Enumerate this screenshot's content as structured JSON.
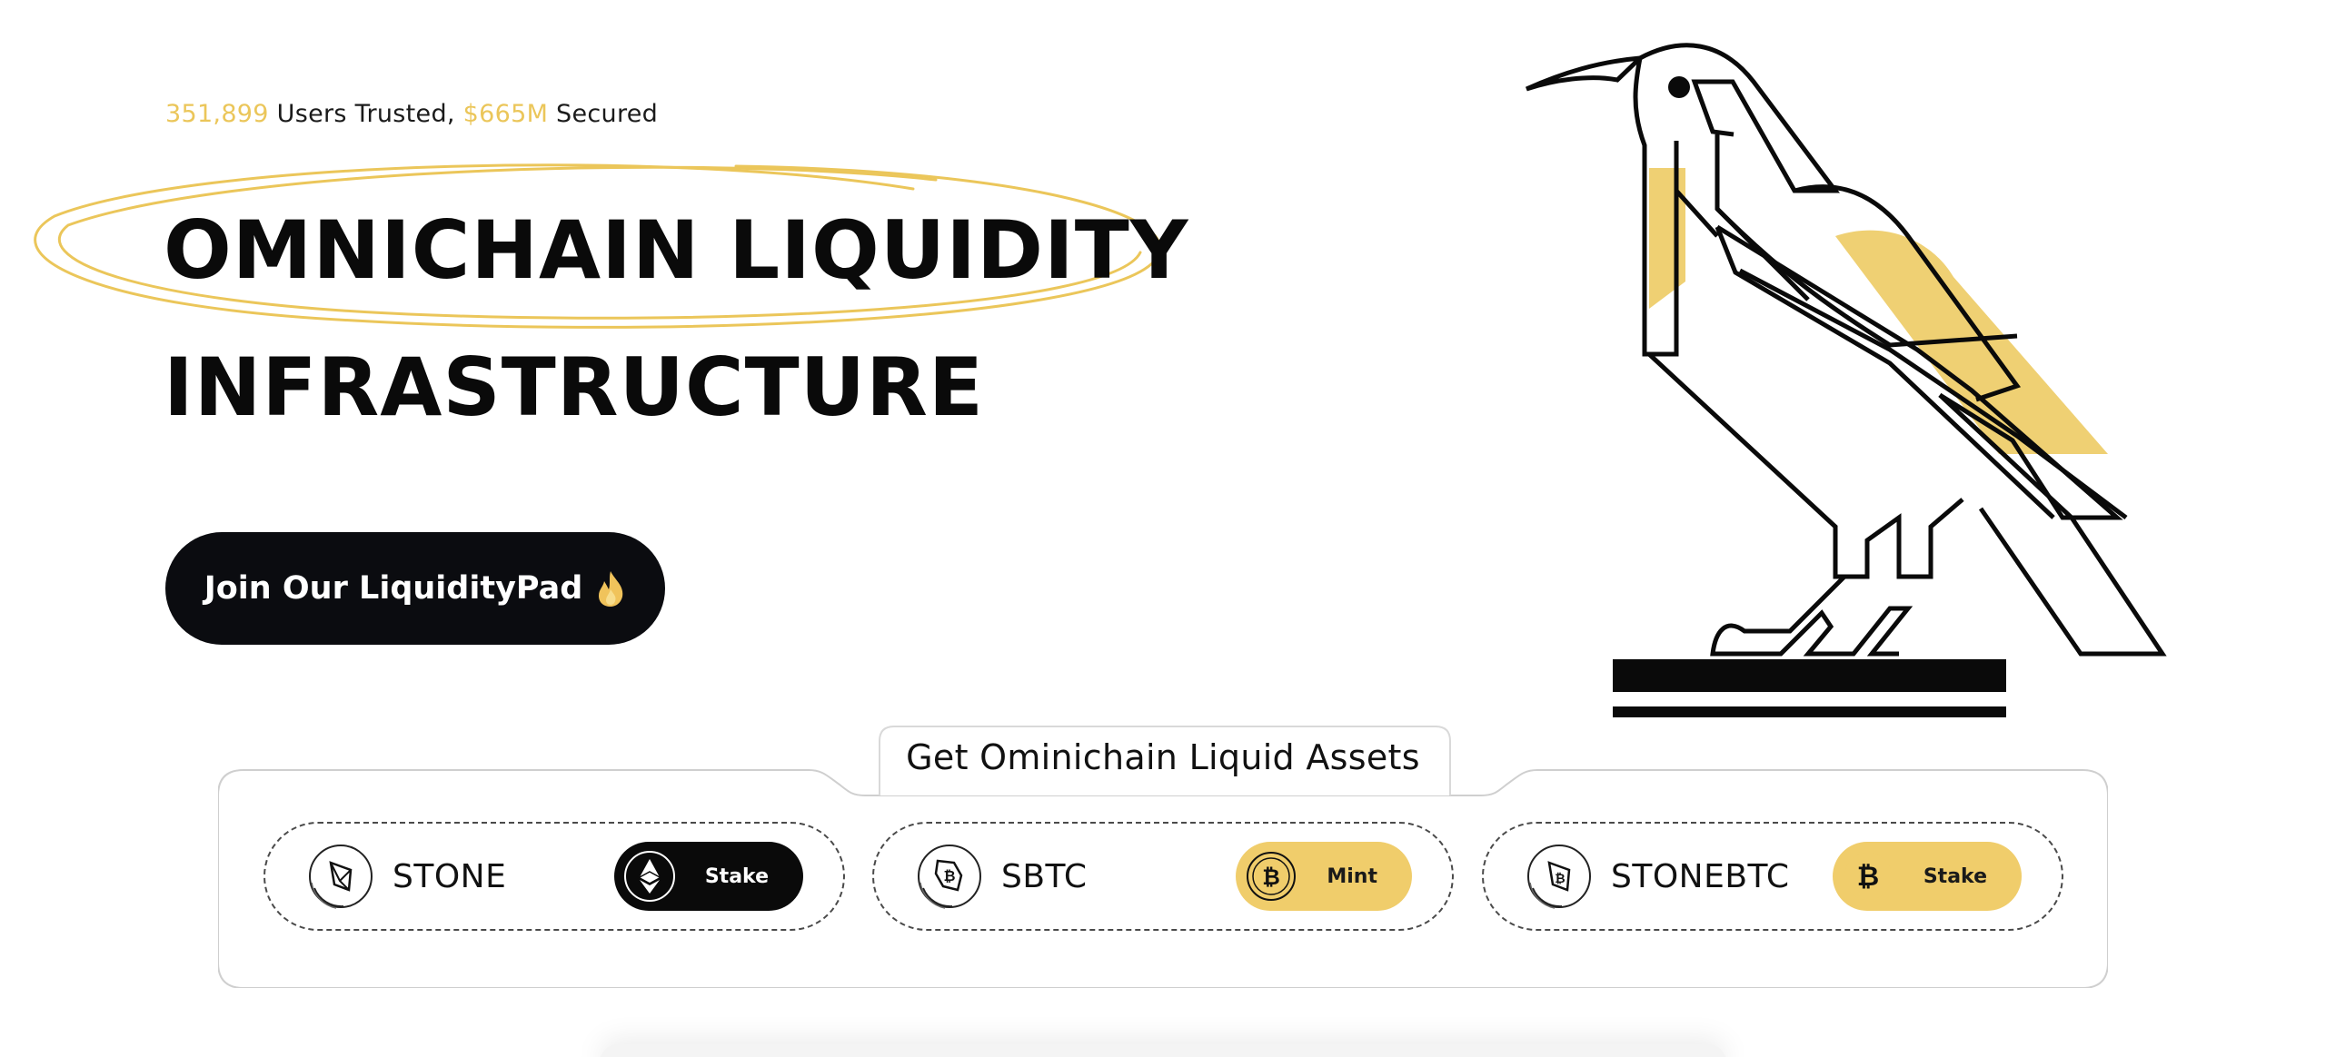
{
  "hero": {
    "stats": {
      "users_count": "351,899",
      "users_label": " Users Trusted, ",
      "secured_amount": "$665M",
      "secured_label": " Secured"
    },
    "headline_line1": "OMNICHAIN LIQUIDITY",
    "headline_line2": "INFRASTRUCTURE",
    "cta_label": "Join Our LiquidityPad",
    "cta_icon": "flame-icon"
  },
  "assets_panel": {
    "title": "Get Ominichain Liquid Assets",
    "cards": [
      {
        "name": "STONE",
        "coin_icon": "stone-coin-icon",
        "action_label": "Stake",
        "action_icon": "ethereum-icon",
        "action_style": "dark"
      },
      {
        "name": "SBTC",
        "coin_icon": "sbtc-coin-icon",
        "action_label": "Mint",
        "action_icon": "bitcoin-icon",
        "action_style": "gold"
      },
      {
        "name": "STONEBTC",
        "coin_icon": "stonebtc-coin-icon",
        "action_label": "Stake",
        "action_icon": "bitcoin-icon",
        "action_style": "gold"
      }
    ]
  },
  "colors": {
    "accent_gold": "#ebc65a",
    "button_gold": "#f0cd6b",
    "dark": "#0b0c10",
    "background": "#ffffff"
  }
}
